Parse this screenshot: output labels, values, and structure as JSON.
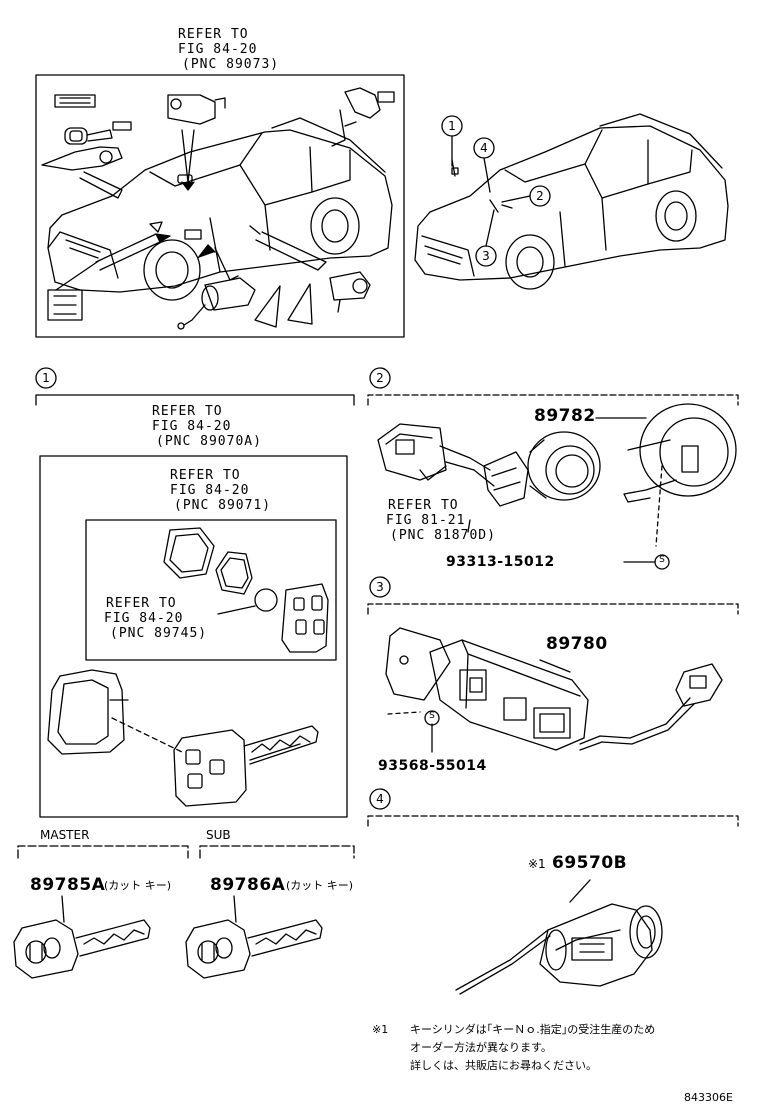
{
  "top_reference": {
    "line1": "REFER TO",
    "line2": "FIG 84-20",
    "line3": "(PNC 89073)"
  },
  "callouts": [
    "1",
    "2",
    "3",
    "4"
  ],
  "section1": {
    "number": "1",
    "ref_a": {
      "line1": "REFER TO",
      "line2": "FIG 84-20",
      "line3": "(PNC 89070A)"
    },
    "ref_b": {
      "line1": "REFER TO",
      "line2": "FIG 84-20",
      "line3": "(PNC 89071)"
    },
    "ref_c": {
      "line1": "REFER TO",
      "line2": "FIG 84-20",
      "line3": "(PNC 89745)"
    }
  },
  "section2": {
    "number": "2",
    "part": "89782",
    "ref": {
      "line1": "REFER TO",
      "line2": "FIG 81-21",
      "line3": "(PNC 81870D)"
    },
    "screw": "93313-15012",
    "screw_mark": "S"
  },
  "section3": {
    "number": "3",
    "part": "89780",
    "screw": "93568-55014",
    "screw_mark": "S"
  },
  "section4": {
    "number": "4",
    "part_prefix": "※1",
    "part": "69570B"
  },
  "keys": {
    "master": {
      "label": "MASTER",
      "part": "89785A",
      "note": "(カット キー)"
    },
    "sub": {
      "label": "SUB",
      "part": "89786A",
      "note": "(カット キー)"
    }
  },
  "footnote": {
    "mark": "※1",
    "line1": "キーシリンダは｢キーＮｏ.指定｣の受注生産のため",
    "line2": "オーダー方法が異なります。",
    "line3": "詳しくは、共販店にお尋ねください。"
  },
  "figure_code": "843306E"
}
